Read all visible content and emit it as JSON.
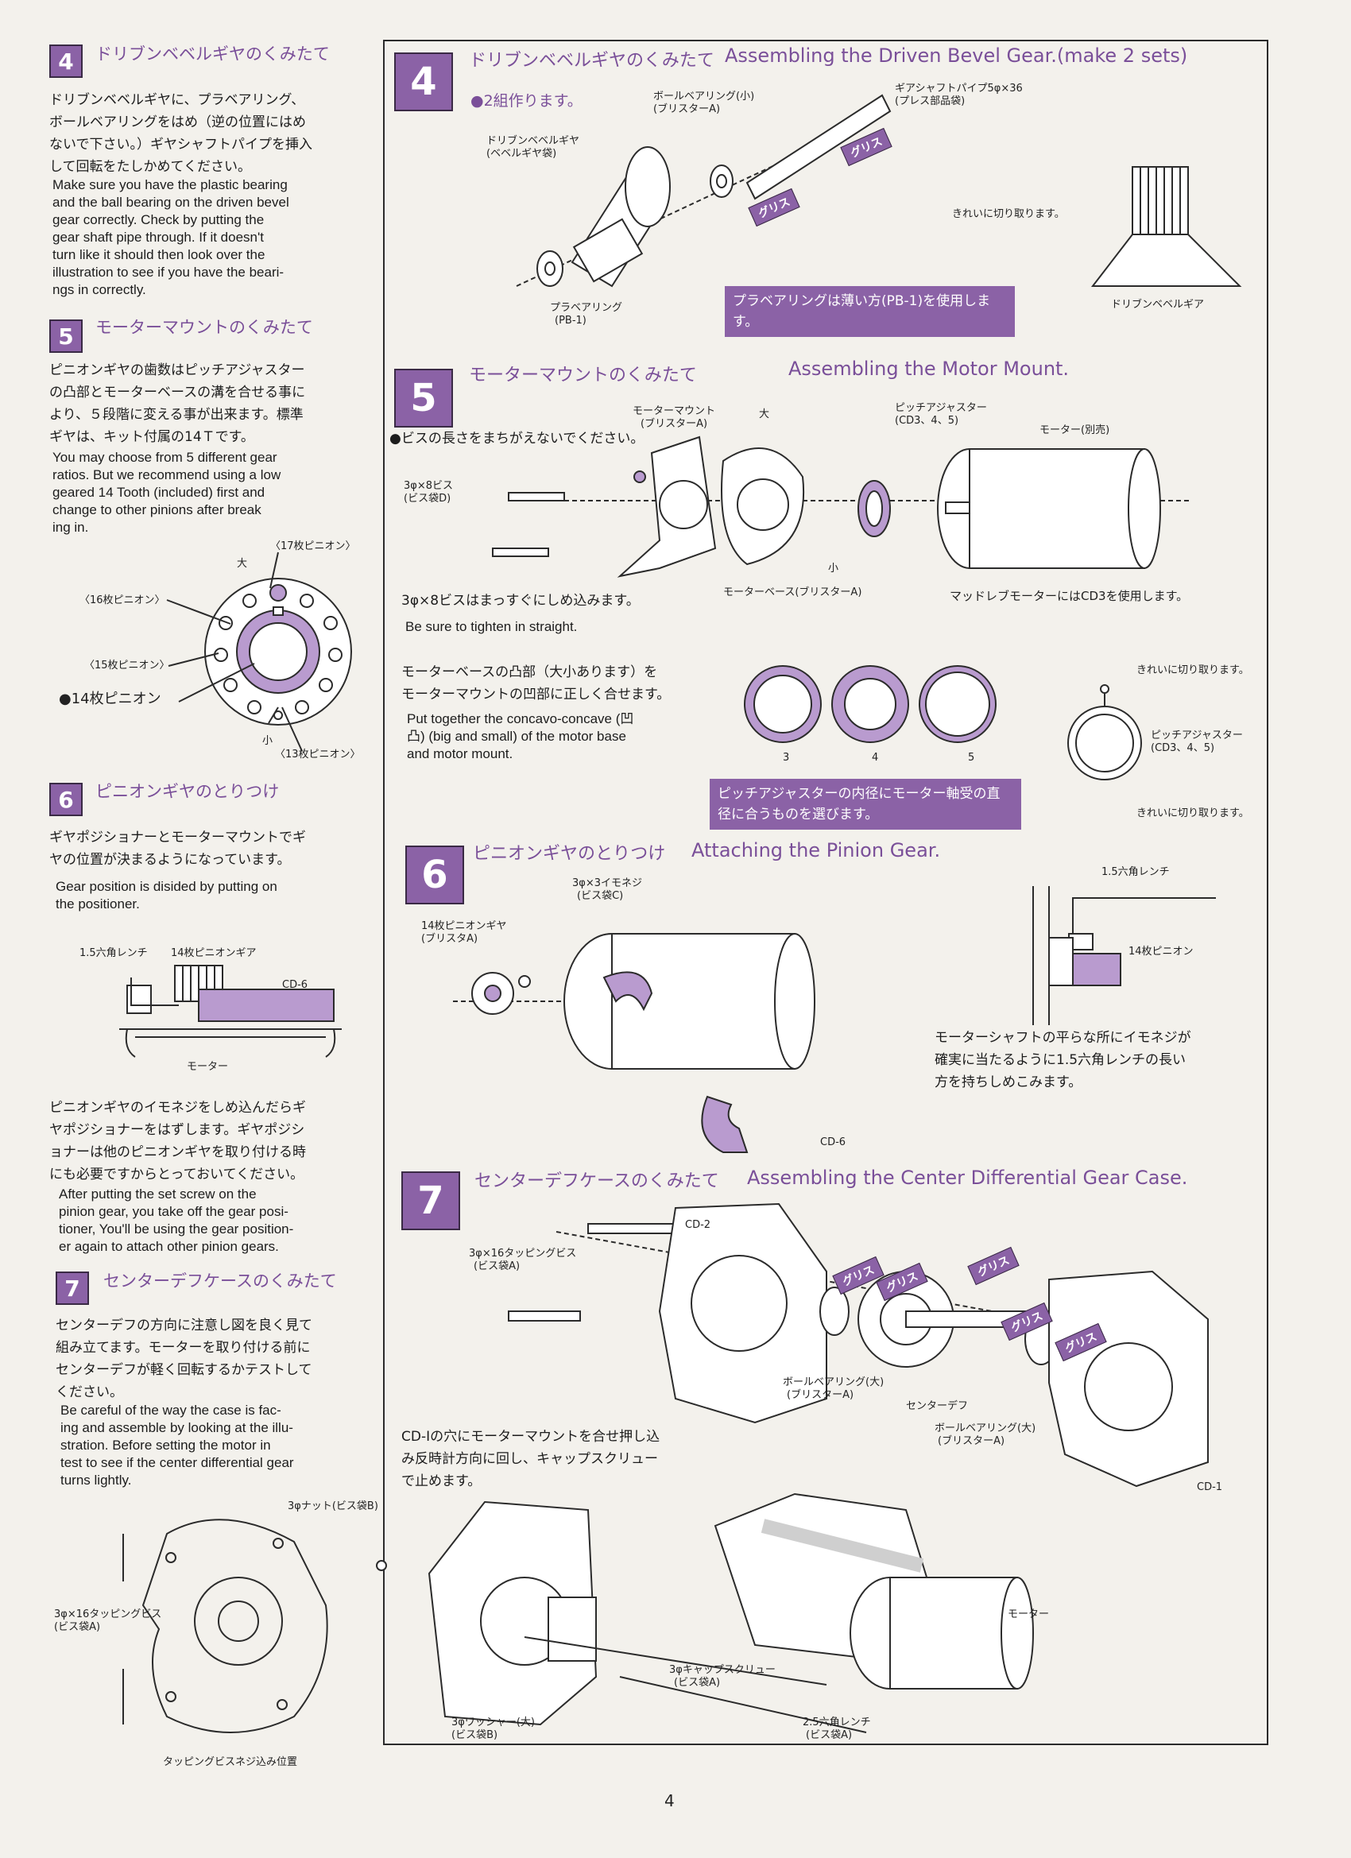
{
  "left": {
    "s4": {
      "num": "4",
      "title": "ドリブンベベルギヤのくみたて",
      "jp": [
        "ドリブンベベルギヤに、プラベアリング、",
        "ボールベアリングをはめ（逆の位置にはめ",
        "ないで下さい。）ギヤシャフトパイプを挿入",
        "して回転をたしかめてください。"
      ],
      "en": [
        "Make sure you have the plastic bearing",
        "and the ball bearing on the driven bevel",
        "gear correctly. Check by putting the",
        "gear shaft pipe through. If it doesn't",
        "turn like it should then look over the",
        "illustration to see if you have the beari-",
        "ngs in correctly."
      ]
    },
    "s5": {
      "num": "5",
      "title": "モーターマウントのくみたて",
      "jp": [
        "ピニオンギヤの歯数はピッチアジャスター",
        "の凸部とモーターベースの溝を合せる事に",
        "より、５段階に変える事が出来ます。標準",
        "ギヤは、キット付属の14Ｔです。"
      ],
      "en": [
        "You may choose from 5 different gear",
        "ratios. But we recommend using a low",
        "geared 14 Tooth (included) first and",
        "change to other pinions after break",
        "ing in."
      ],
      "labels": {
        "big": "大",
        "small": "小",
        "p17": "〈17枚ピニオン〉",
        "p16": "〈16枚ピニオン〉",
        "p15": "〈15枚ピニオン〉",
        "p14": "●14枚ピニオン",
        "p13": "〈13枚ピニオン〉"
      }
    },
    "s6": {
      "num": "6",
      "title": "ピニオンギヤのとりつけ",
      "jp": [
        "ギヤポジショナーとモーターマウントでギ",
        "ヤの位置が決まるようになっています。"
      ],
      "en": [
        "Gear position is disided by putting on",
        "the positioner."
      ],
      "labels": {
        "wrench": "1.5六角レンチ",
        "pinion": "14枚ピニオンギア",
        "cd6": "CD-6",
        "motor": "モーター"
      },
      "jp2": [
        "ピニオンギヤのイモネジをしめ込んだらギ",
        "ヤポジショナーをはずします。ギヤポジシ",
        "ョナーは他のピニオンギヤを取り付ける時",
        "にも必要ですからとっておいてください。"
      ],
      "en2": [
        "After putting the set screw on the",
        "pinion gear, you take off the gear posi-",
        "tioner, You'll be using the gear position-",
        "er again to attach other pinion gears."
      ]
    },
    "s7": {
      "num": "7",
      "title": "センターデフケースのくみたて",
      "jp": [
        "センターデフの方向に注意し図を良く見て",
        "組み立てます。モーターを取り付ける前に",
        "センターデフが軽く回転するかテストして",
        "ください。"
      ],
      "en": [
        "Be careful of the way the case is fac-",
        "ing and assemble by looking at the illu-",
        "stration. Before setting the motor in",
        "test to see if the center differential gear",
        "turns lightly."
      ],
      "labels": {
        "screw": "3φ×16タッピングビス",
        "screwbag": "(ビス袋A)",
        "pos": "タッピングビスネジ込み位置"
      }
    }
  },
  "right": {
    "s4": {
      "num": "4",
      "title_jp": "ドリブンベベルギヤのくみたて",
      "title_en": "Assembling the Driven Bevel Gear.(make 2 sets)",
      "sub": "●2組作ります。",
      "labels": {
        "ballbearing": "ボールベアリング(小)",
        "ballbearing_b": "(ブリスターA)",
        "pipe": "ギアシャフトパイプ5φ×36",
        "pipe_b": "(プレス部品袋)",
        "bevel": "ドリブンベベルギヤ",
        "bevel_b": "(ベベルギヤ袋)",
        "plain": "プラベアリング",
        "plain_b": "(PB-1)",
        "cut": "きれいに切り取ります。",
        "gear": "ドリブンベベルギア"
      },
      "grease": "グリス",
      "note": "プラベアリングは薄い方(PB-1)を使用します。"
    },
    "s5": {
      "num": "5",
      "title_jp": "モーターマウントのくみたて",
      "title_en": "Assembling the Motor Mount.",
      "sub": "●ビスの長さをまちがえないでください。",
      "labels": {
        "mount": "モーターマウント",
        "mount_b": "(ブリスターA)",
        "big": "大",
        "small": "小",
        "pitch": "ピッチアジャスター",
        "pitch_b": "(CD3、4、5)",
        "motor": "モーター(別売)",
        "screw": "3φ×8ビス",
        "screw_b": "(ビス袋D)",
        "base": "モーターベース(ブリスターA)",
        "mabuchi": "マッドレブモーターにはCD3を使用します。",
        "n3": "3",
        "n4": "4",
        "n5": "5",
        "cut1": "きれいに切り取ります。",
        "pitch2": "ピッチアジャスター",
        "pitch2_b": "(CD3、4、5)",
        "cut2": "きれいに切り取ります。"
      },
      "jp1": "3φ×8ビスはまっすぐにしめ込みます。",
      "en1": "Be sure to tighten in straight.",
      "jp2": [
        "モーターベースの凸部（大小あります）を",
        "モーターマウントの凹部に正しく合せます。"
      ],
      "en2": [
        "Put together the concavo-concave (凹",
        "凸) (big and small) of the motor base",
        "and motor mount."
      ],
      "note": "ピッチアジャスターの内径にモーター軸受の直径に合うものを選びます。"
    },
    "s6": {
      "num": "6",
      "title_jp": "ピニオンギヤのとりつけ",
      "title_en": "Attaching the Pinion Gear.",
      "labels": {
        "setscrew": "3φ×3イモネジ",
        "setscrew_b": "(ビス袋C)",
        "pinion": "14枚ピニオンギヤ",
        "pinion_b": "(ブリスタA)",
        "cd6": "CD-6",
        "wrench": "1.5六角レンチ",
        "p14": "14枚ピニオン"
      },
      "jp": [
        "モーターシャフトの平らな所にイモネジが",
        "確実に当たるように1.5六角レンチの長い",
        "方を持ちしめこみます。"
      ]
    },
    "s7": {
      "num": "7",
      "title_jp": "センターデフケースのくみたて",
      "title_en": "Assembling the Center Differential Gear Case.",
      "labels": {
        "cd2": "CD-2",
        "tap": "3φ×16タッピングビス",
        "tap_b": "(ビス袋A)",
        "bb1": "ボールベアリング(大)",
        "bb1_b": "(ブリスターA)",
        "cdiff": "センターデフ",
        "bb2": "ボールベアリング(大)",
        "bb2_b": "(ブリスターA)",
        "cd1": "CD-1",
        "nut": "3φナット(ビス袋B)",
        "motor": "モーター",
        "cap": "3φキャップスクリュー",
        "cap_b": "(ビス袋A)",
        "washer": "3φワッシャー(大)",
        "washer_b": "(ビス袋B)",
        "wrench": "2.5六角レンチ",
        "wrench_b": "(ビス袋A)"
      },
      "grease": "グリス",
      "jp": [
        "CD-Iの穴にモーターマウントを合せ押し込",
        "み反時計方向に回し、キャップスクリュー",
        "で止めます。"
      ]
    }
  },
  "page_number": "4",
  "colors": {
    "accent": "#8b62a6",
    "ink": "#1c1c1c",
    "paper": "#f3f1ec"
  }
}
